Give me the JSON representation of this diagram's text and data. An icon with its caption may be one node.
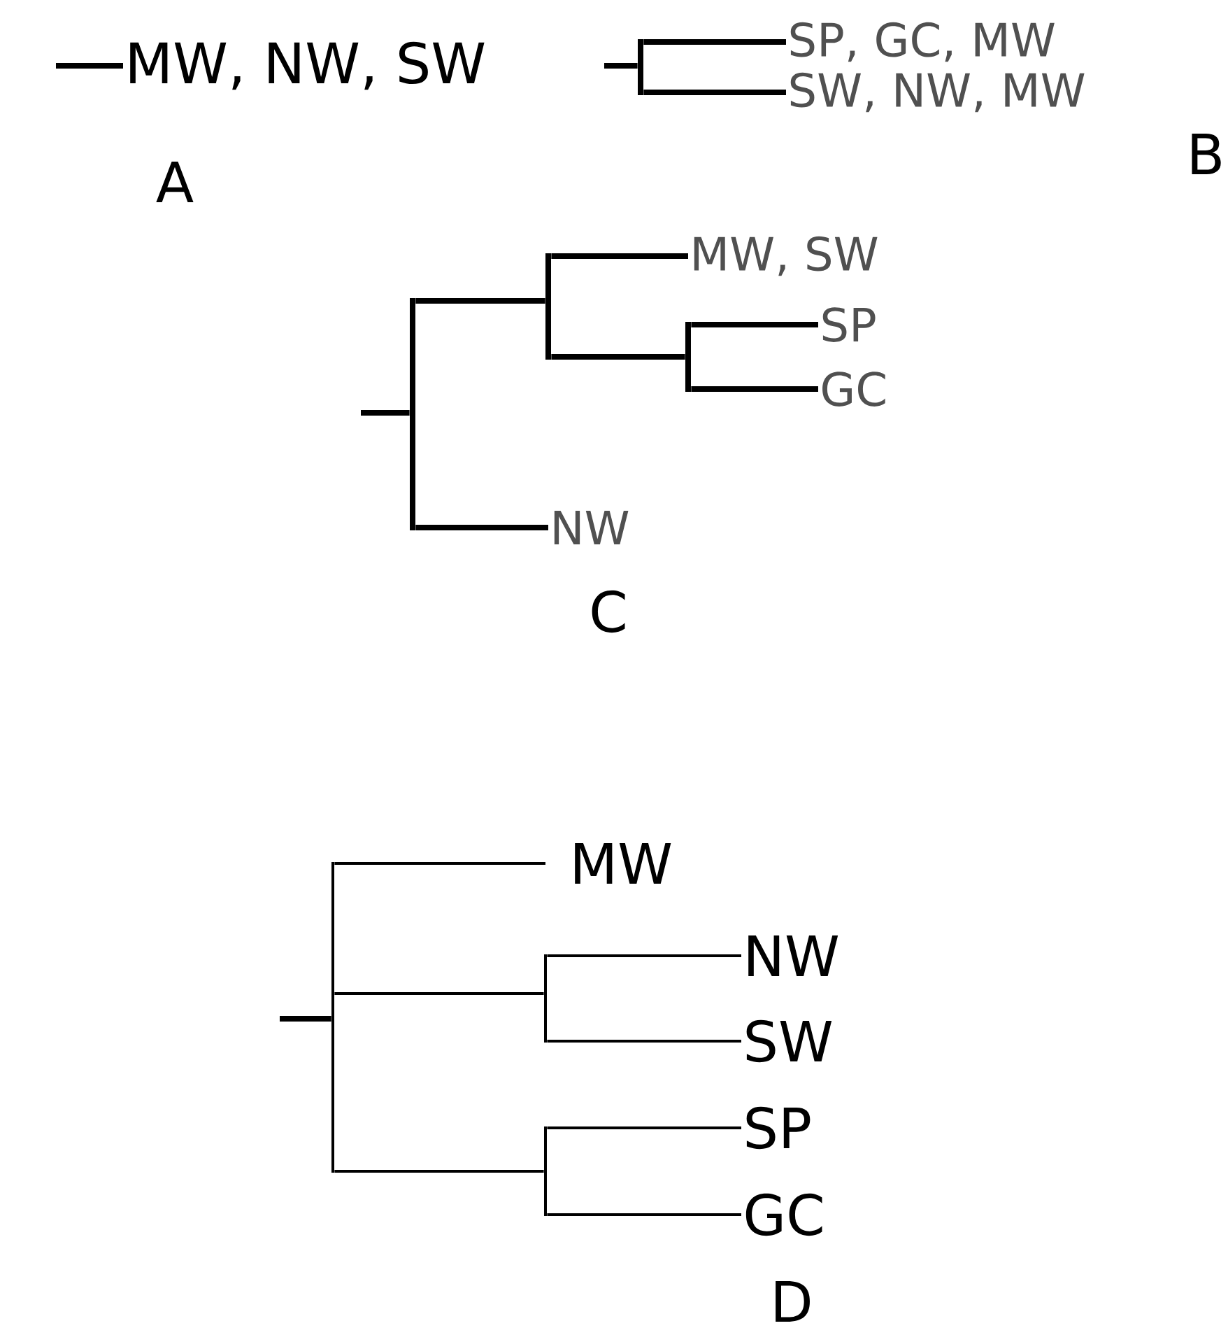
{
  "diagram": {
    "nodes": [
      {
        "text": [
          "MW, NW, SW"
        ]
      },
      {
        "text": [
          "SP, GC, MW"
        ]
      },
      {
        "text": [
          "SW, NW, MW"
        ]
      },
      {
        "text": [
          "MW, SW"
        ]
      },
      {
        "text": [
          "SP"
        ]
      },
      {
        "text": [
          "GC"
        ]
      },
      {
        "text": [
          "NW"
        ]
      },
      {
        "text": [
          "MW"
        ]
      },
      {
        "text": [
          "NW"
        ]
      },
      {
        "text": [
          "SW"
        ]
      },
      {
        "text": [
          "SP"
        ]
      },
      {
        "text": [
          "GC"
        ]
      },
      {
        "text": [],
        "shape": "bar"
      },
      {
        "text": [],
        "shape": "bar"
      },
      {
        "text": [],
        "shape": "bar"
      },
      {
        "text": [],
        "shape": "bar"
      },
      {
        "text": [],
        "shape": "bar"
      },
      {
        "text": [],
        "shape": "bar"
      },
      {
        "text": [],
        "shape": "bar"
      }
    ],
    "edges": [
      {
        "from": null,
        "to": 0,
        "arrow": "none"
      },
      {
        "from": null,
        "to": 12,
        "arrow": "none"
      },
      {
        "from": 12,
        "to": 1,
        "arrow": "none"
      },
      {
        "from": 12,
        "to": 2,
        "arrow": "none"
      },
      {
        "from": null,
        "to": 13,
        "arrow": "none"
      },
      {
        "from": 13,
        "to": 14,
        "arrow": "none"
      },
      {
        "from": 14,
        "to": 3,
        "arrow": "none"
      },
      {
        "from": 14,
        "to": 15,
        "arrow": "none"
      },
      {
        "from": 15,
        "to": 4,
        "arrow": "none"
      },
      {
        "from": 15,
        "to": 5,
        "arrow": "none"
      },
      {
        "from": 13,
        "to": 6,
        "arrow": "none"
      },
      {
        "from": null,
        "to": 16,
        "arrow": "none"
      },
      {
        "from": 16,
        "to": 7,
        "arrow": "none"
      },
      {
        "from": 16,
        "to": 17,
        "arrow": "none"
      },
      {
        "from": 17,
        "to": 8,
        "arrow": "none"
      },
      {
        "from": 17,
        "to": 9,
        "arrow": "none"
      },
      {
        "from": 16,
        "to": 18,
        "arrow": "none"
      },
      {
        "from": 18,
        "to": 10,
        "arrow": "none"
      },
      {
        "from": 18,
        "to": 11,
        "arrow": "none"
      }
    ],
    "labels": [
      "A",
      "B",
      "C",
      "D"
    ]
  }
}
